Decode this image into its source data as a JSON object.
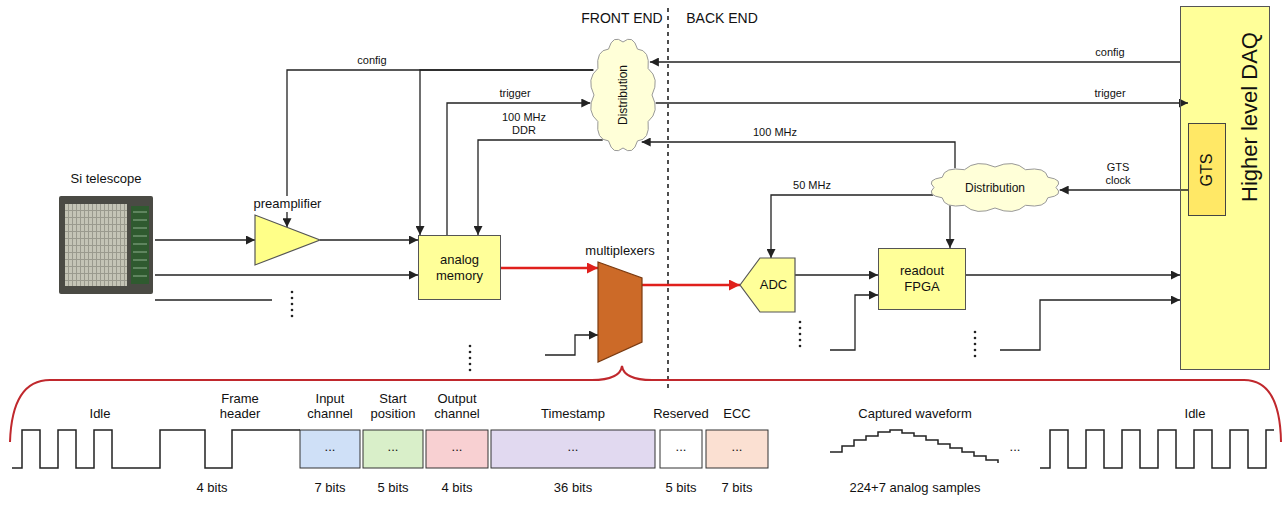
{
  "diagram": {
    "nodes": [
      {
        "text": [
          "Si telescope"
        ]
      },
      {
        "text": [
          "preamplifier"
        ]
      },
      {
        "text": [
          "analog memory"
        ]
      },
      {
        "text": [
          "Distribution"
        ]
      },
      {
        "text": [
          "multiplexers"
        ]
      },
      {
        "text": [
          "ADC"
        ]
      },
      {
        "text": [
          "readout FPGA"
        ]
      },
      {
        "text": [
          "Distribution"
        ]
      },
      {
        "text": [
          "Higher level DAQ"
        ]
      },
      {
        "text": [
          "GTS"
        ],
        "in": 8
      }
    ],
    "edges": [
      {
        "from": 0,
        "to": 1,
        "arrow": "to"
      },
      {
        "from": 1,
        "to": 2,
        "arrow": "to"
      },
      {
        "from": 0,
        "to": 2,
        "arrow": "to"
      },
      {
        "from": 2,
        "to": 4,
        "arrow": "to"
      },
      {
        "from": 4,
        "to": 5,
        "arrow": "to"
      },
      {
        "from": 5,
        "to": 6,
        "arrow": "to"
      },
      {
        "from": 6,
        "to": 8,
        "arrow": "to"
      },
      {
        "from": 8,
        "to": 3,
        "label": "config",
        "arrow": "to"
      },
      {
        "from": 3,
        "to": 1,
        "label": "config",
        "arrow": "to"
      },
      {
        "from": 3,
        "to": 2,
        "arrow": "to"
      },
      {
        "from": 2,
        "to": 3,
        "label": "trigger",
        "arrow": "to"
      },
      {
        "from": 3,
        "to": 9,
        "label": "trigger",
        "arrow": "to"
      },
      {
        "from": 3,
        "to": 2,
        "label": "100 MHz DDR",
        "arrow": "to"
      },
      {
        "from": 7,
        "to": 3,
        "label": "100 MHz",
        "arrow": "to"
      },
      {
        "from": 9,
        "to": 7,
        "label": "GTS clock",
        "arrow": "to"
      },
      {
        "from": 7,
        "to": 5,
        "label": "50 MHz",
        "arrow": "to"
      },
      {
        "from": 7,
        "to": 6,
        "arrow": "to"
      }
    ],
    "labels": [
      "FRONT END",
      "BACK END",
      "Idle",
      "Frame header",
      "Input channel",
      "Start position",
      "Output channel",
      "Timestamp",
      "Reserved",
      "ECC",
      "Captured waveform",
      "Idle",
      "...",
      "...",
      "...",
      "...",
      "...",
      "...",
      "...",
      "4 bits",
      "7 bits",
      "5 bits",
      "4 bits",
      "36 bits",
      "5 bits",
      "7 bits",
      "224+7 analog samples"
    ]
  }
}
